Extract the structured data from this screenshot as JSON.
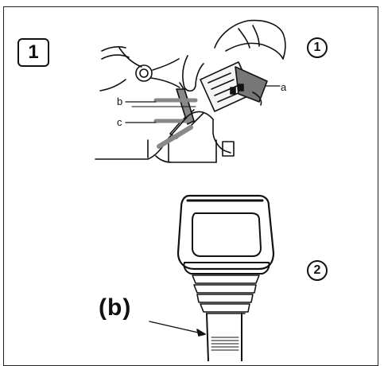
{
  "figure": {
    "step_number": "1",
    "sub_step_1": "1",
    "sub_step_2": "2",
    "label_a": "a",
    "label_b": "b",
    "label_c": "c",
    "label_b_paren": "(b)"
  }
}
